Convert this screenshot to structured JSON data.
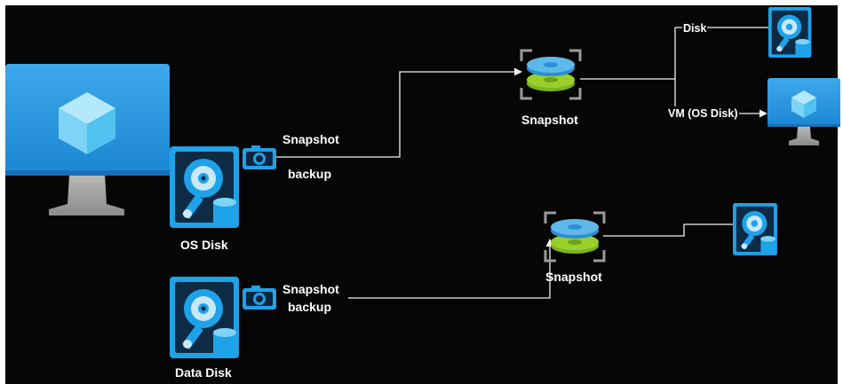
{
  "colors": {
    "background": "#060606",
    "azure_blue": "#1ea2e8",
    "disk_dark": "#0e2b45",
    "disk_platter": "#c9e9fb",
    "snapshot_blue": "#5fb8ea",
    "snapshot_green": "#9bd02a",
    "connector": "#f2f2f2"
  },
  "nodes": {
    "vm_source": {
      "icon": "virtual-machine-icon"
    },
    "os_disk": {
      "icon": "managed-disk-icon",
      "label": "OS Disk"
    },
    "data_disk": {
      "icon": "managed-disk-icon",
      "label": "Data Disk"
    },
    "os_camera": {
      "icon": "camera-icon"
    },
    "data_camera": {
      "icon": "camera-icon"
    },
    "snapshot_os": {
      "icon": "snapshot-icon",
      "label": "Snapshot"
    },
    "snapshot_data": {
      "icon": "snapshot-icon",
      "label": "Snapshot"
    },
    "restored_disk_top": {
      "icon": "managed-disk-icon"
    },
    "restored_vm": {
      "icon": "virtual-machine-icon"
    },
    "restored_disk_bottom": {
      "icon": "managed-disk-icon"
    }
  },
  "edges": {
    "os_snapshot_top": "Snapshot",
    "os_snapshot_bottom": "backup",
    "data_snapshot_top": "Snapshot",
    "data_snapshot_bottom": "backup",
    "to_disk": "Disk",
    "to_vm": "VM (OS Disk)"
  }
}
